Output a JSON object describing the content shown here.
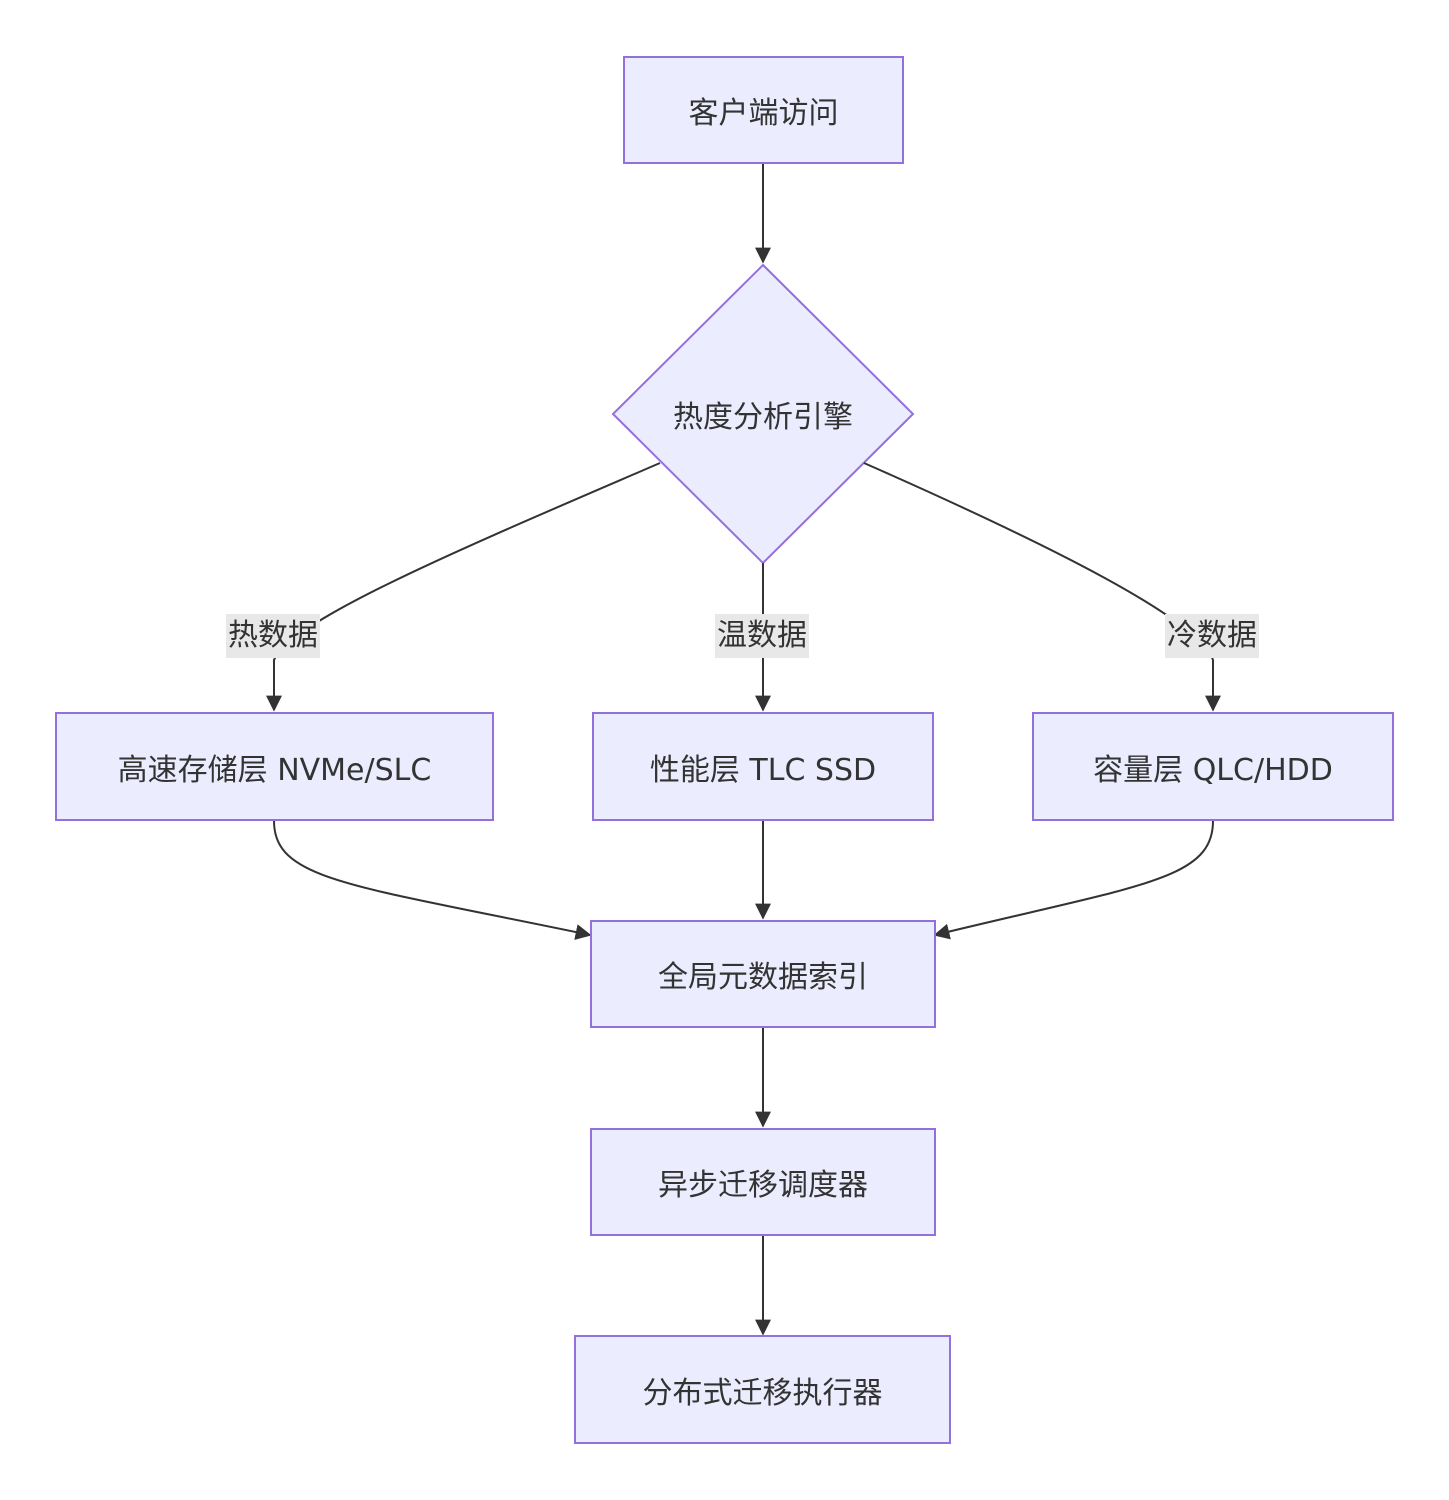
{
  "nodes": {
    "client": "客户端访问",
    "engine": "热度分析引擎",
    "hot_tier": "高速存储层 NVMe/SLC",
    "perf_tier": "性能层 TLC SSD",
    "cap_tier": "容量层 QLC/HDD",
    "index": "全局元数据索引",
    "scheduler": "异步迁移调度器",
    "executor": "分布式迁移执行器"
  },
  "edge_labels": {
    "hot": "热数据",
    "warm": "温数据",
    "cold": "冷数据"
  },
  "colors": {
    "node_fill": "#ECECFF",
    "node_stroke": "#9370DB",
    "edge": "#333333",
    "label_bg": "#e8e8e8"
  }
}
